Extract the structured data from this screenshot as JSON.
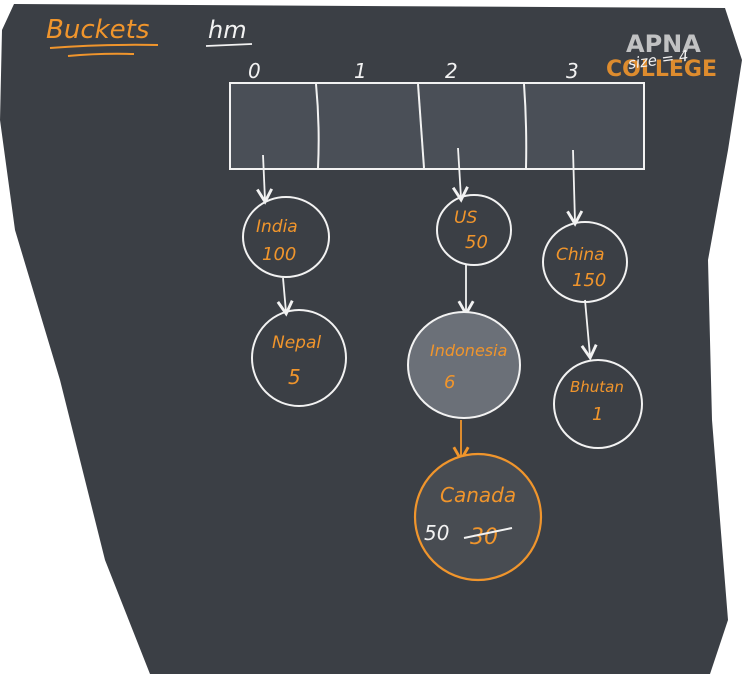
{
  "header": {
    "title": "Buckets",
    "variable": "hm",
    "note": "size = 4",
    "watermark_line1": "APNA",
    "watermark_line2": "COLLEGE"
  },
  "bucket_indices": [
    "0",
    "1",
    "2",
    "3"
  ],
  "nodes": {
    "india": {
      "key": "India",
      "value": "100"
    },
    "nepal": {
      "key": "Nepal",
      "value": "5"
    },
    "us": {
      "key": "US",
      "value": "50"
    },
    "indonesia": {
      "key": "Indonesia",
      "value": "6"
    },
    "canada": {
      "key": "Canada",
      "value_new": "50",
      "value_old": "30"
    },
    "china": {
      "key": "China",
      "value": "150"
    },
    "bhutan": {
      "key": "Bhutan",
      "value": "1"
    }
  },
  "colors": {
    "board": "#3b3f45",
    "ink": "#f2f2f2",
    "accent": "#f0952c",
    "bucket_fill": "#4a4f57",
    "indonesia_fill": "#6b7078",
    "canada_fill": "#484c52"
  }
}
